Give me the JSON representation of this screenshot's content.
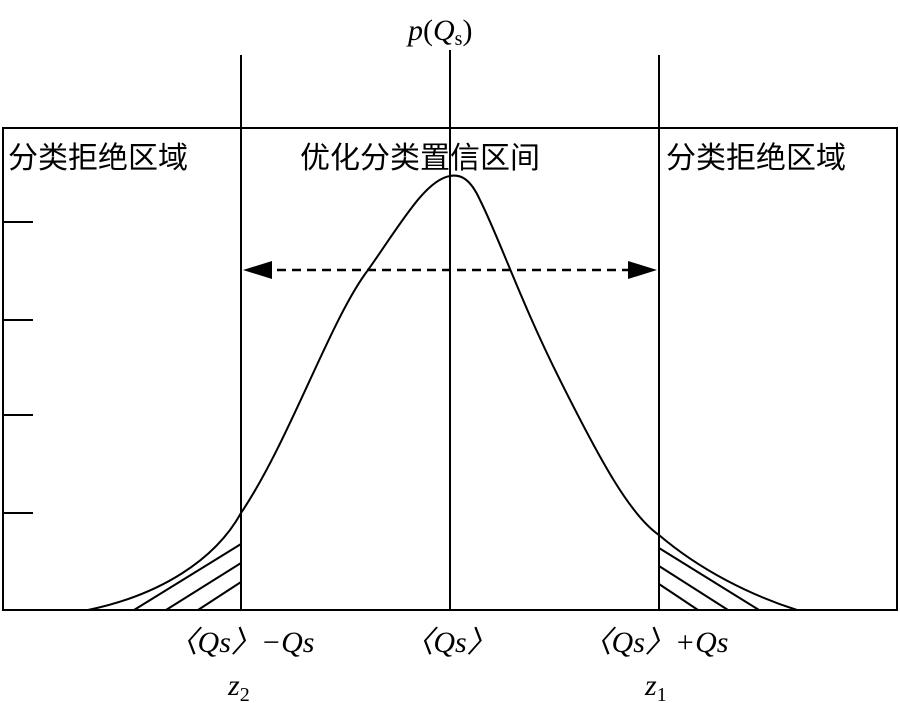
{
  "title": {
    "p": "p",
    "open": "(",
    "Q": "Q",
    "sub": "s",
    "close": ")"
  },
  "regions": {
    "left": "分类拒绝区域",
    "center": "优化分类置信区间",
    "right": "分类拒绝区域"
  },
  "x_labels": {
    "left": "〈Qs〉−Qs",
    "center": "〈Qs〉",
    "right": "〈Qs〉+Qs"
  },
  "z_labels": {
    "left_z": "z",
    "left_sub": "2",
    "right_z": "z",
    "right_sub": "1"
  },
  "colors": {
    "line": "#000000",
    "background": "#ffffff"
  }
}
